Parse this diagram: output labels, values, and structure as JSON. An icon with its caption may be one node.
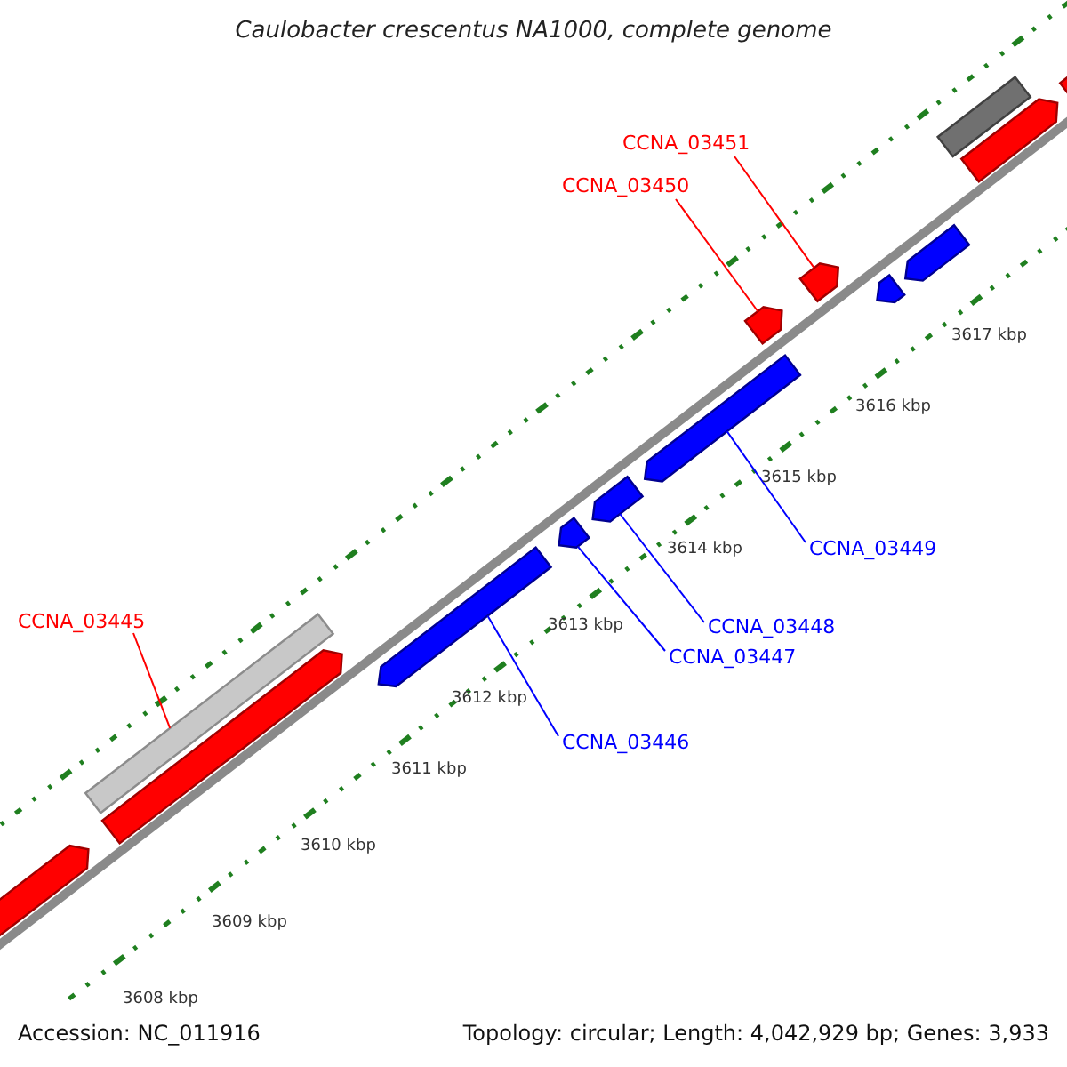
{
  "diagram": {
    "title": "Caulobacter crescentus NA1000, complete genome",
    "nodes": [
      {
        "text": [
          "CCNA_03451"
        ]
      },
      {
        "text": [
          "CCNA_03450"
        ]
      },
      {
        "text": [
          "CCNA_03449"
        ]
      },
      {
        "text": [
          "CCNA_03445"
        ]
      },
      {
        "text": [
          "CCNA_03448"
        ]
      },
      {
        "text": [
          "CCNA_03447"
        ]
      },
      {
        "text": [
          "CCNA_03446"
        ]
      },
      {
        "text": [],
        "shape": "arrow"
      },
      {
        "text": [],
        "shape": "bar"
      },
      {
        "text": [],
        "shape": "arrow"
      },
      {
        "text": [],
        "shape": "arrow"
      },
      {
        "text": [],
        "shape": "arrow"
      },
      {
        "text": [],
        "shape": "arrow"
      },
      {
        "text": [],
        "shape": "arrow"
      },
      {
        "text": [],
        "shape": "arrow"
      },
      {
        "text": [],
        "shape": "arrow"
      },
      {
        "text": [],
        "shape": "arrow"
      },
      {
        "text": [],
        "shape": "arrow"
      },
      {
        "text": [],
        "shape": "bar"
      },
      {
        "text": [],
        "shape": "arrow"
      },
      {
        "text": [],
        "shape": "arrow"
      }
    ],
    "edges": [
      {
        "from": 0,
        "to": 15,
        "arrow": "none",
        "color": "#ff0000"
      },
      {
        "from": 1,
        "to": 14,
        "arrow": "none",
        "color": "#ff0000"
      },
      {
        "from": 2,
        "to": 13,
        "arrow": "none"
      },
      {
        "from": 3,
        "to": 8,
        "arrow": "none",
        "color": "#ff0000"
      },
      {
        "from": 4,
        "to": 12,
        "arrow": "none"
      },
      {
        "from": 5,
        "to": 11,
        "arrow": "none"
      },
      {
        "from": 6,
        "to": 10,
        "arrow": "none"
      }
    ],
    "labels": [
      "3617 kbp",
      "3616 kbp",
      "3615 kbp",
      "3614 kbp",
      "3613 kbp",
      "3612 kbp",
      "3611 kbp",
      "3610 kbp",
      "3609 kbp",
      "3608 kbp",
      "Accession: NC_011916",
      "Topology: circular; Length: 4,042,929 bp; Genes: 3,933"
    ]
  }
}
